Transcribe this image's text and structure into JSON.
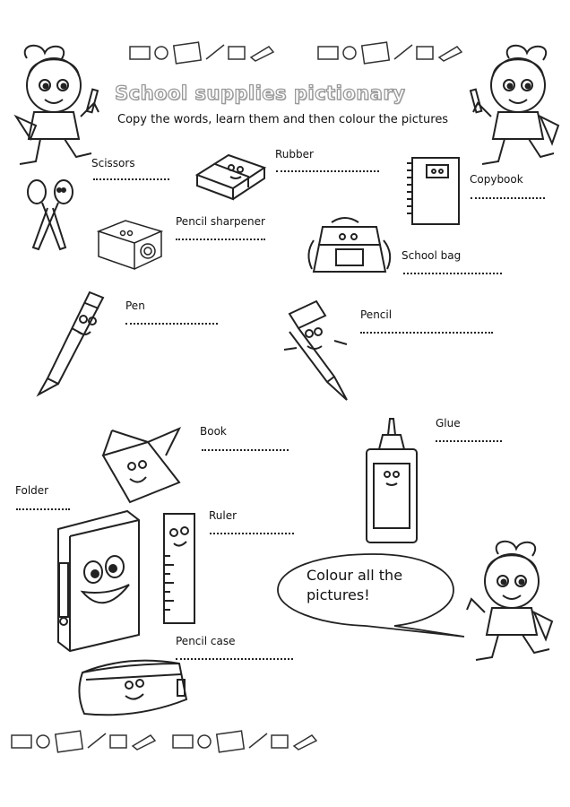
{
  "title": "School supplies pictionary",
  "instructions": "Copy the words, learn them and then colour the pictures",
  "items": [
    {
      "label": "Scissors",
      "icon": "scissors-icon"
    },
    {
      "label": "Rubber",
      "icon": "rubber-icon"
    },
    {
      "label": "Copybook",
      "icon": "copybook-icon"
    },
    {
      "label": "Pencil sharpener",
      "icon": "pencil-sharpener-icon"
    },
    {
      "label": "School bag",
      "icon": "school-bag-icon"
    },
    {
      "label": "Pen",
      "icon": "pen-icon"
    },
    {
      "label": "Pencil",
      "icon": "pencil-icon"
    },
    {
      "label": "Book",
      "icon": "book-icon"
    },
    {
      "label": "Glue",
      "icon": "glue-icon"
    },
    {
      "label": "Folder",
      "icon": "folder-icon"
    },
    {
      "label": "Ruler",
      "icon": "ruler-icon"
    },
    {
      "label": "Pencil case",
      "icon": "pencil-case-icon"
    }
  ],
  "speech_bubble": "Colour all the pictures!",
  "decorations": [
    "girl-character-icon",
    "school-supplies-border-icon"
  ]
}
